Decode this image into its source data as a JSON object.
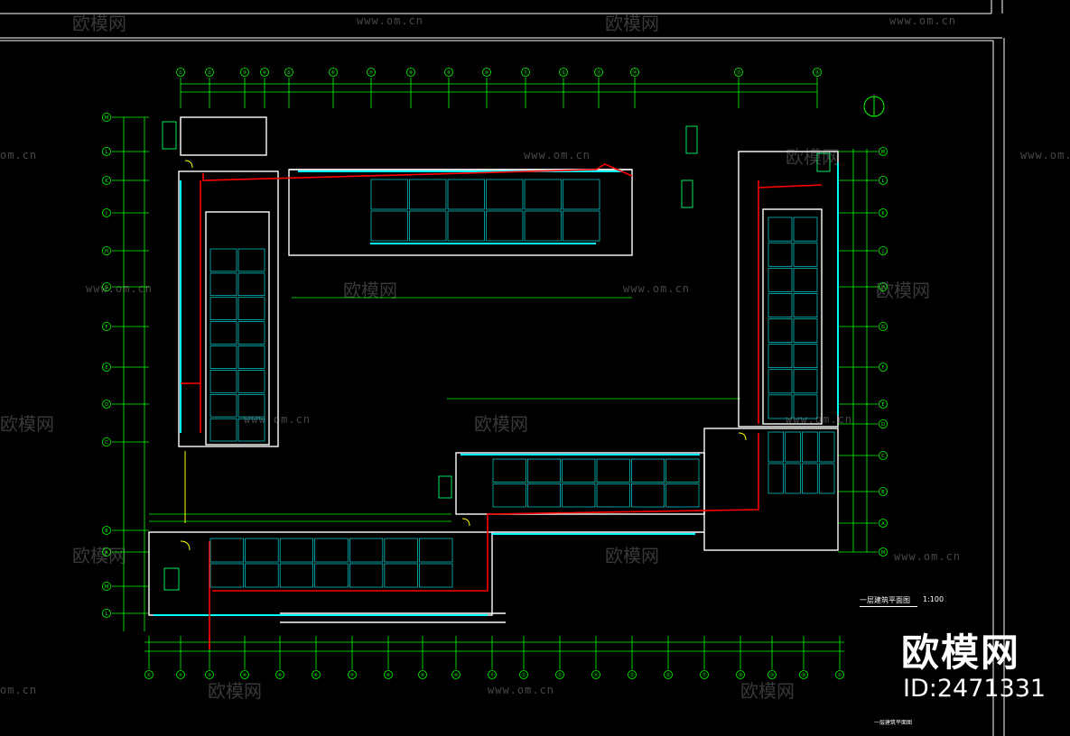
{
  "watermark": {
    "brand_text": "欧模网",
    "url_text": "www.om.cn",
    "url_short": "om.cn",
    "id_text": "ID:2471331"
  },
  "drawing": {
    "title": "一层建筑平面图",
    "scale": "1:100",
    "footer": "一层建筑平面图",
    "axis_labels_top": [
      "①",
      "②",
      "③",
      "④",
      "⑤",
      "⑥",
      "⑦",
      "⑧",
      "⑨",
      "⑩",
      "⑪",
      "⑫",
      "⑬",
      "⑭",
      "⑮",
      "⑯",
      "⑰",
      "⑱",
      "⑲",
      "⑳"
    ],
    "axis_labels_side": [
      "M",
      "L",
      "K",
      "J",
      "H",
      "G",
      "F",
      "E",
      "D",
      "C",
      "B",
      "A"
    ]
  },
  "colors": {
    "background": "#000000",
    "wall": "#ffffff",
    "axis": "#00ff00",
    "window": "#00ffff",
    "pipe": "#ff0000",
    "door": "#ffff00",
    "stair": "#00ff66"
  }
}
